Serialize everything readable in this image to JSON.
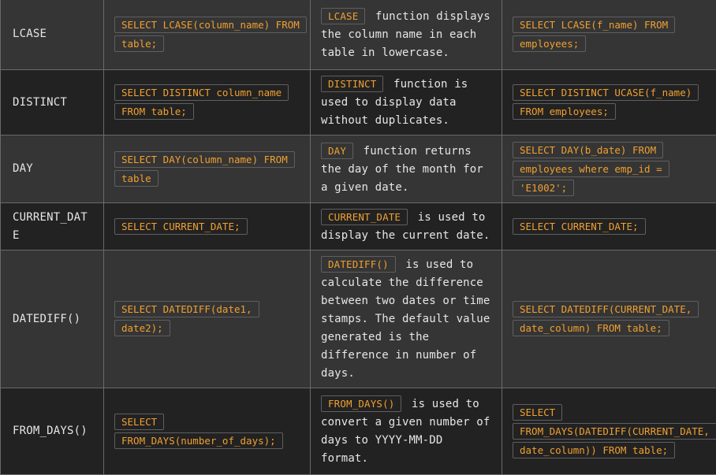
{
  "rows": [
    {
      "name": "LCASE",
      "syntax": "SELECT LCASE(column_name) FROM table;",
      "desc_code": "LCASE",
      "desc_text": "function displays the column name in each table in lowercase.",
      "example": "SELECT LCASE(f_name) FROM employees;"
    },
    {
      "name": "DISTINCT",
      "syntax": "SELECT DISTINCT column_name FROM table;",
      "desc_code": "DISTINCT",
      "desc_text": "function is used to display data without duplicates.",
      "example": "SELECT DISTINCT UCASE(f_name) FROM employees;"
    },
    {
      "name": "DAY",
      "syntax": "SELECT DAY(column_name) FROM table",
      "desc_code": "DAY",
      "desc_text": "function returns the day of the month for a given date.",
      "example": "SELECT DAY(b_date) FROM employees where emp_id = 'E1002';"
    },
    {
      "name": "CURRENT_DATE",
      "syntax": "SELECT CURRENT_DATE;",
      "desc_code": "CURRENT_DATE",
      "desc_text": "is used to display the current date.",
      "example": "SELECT CURRENT_DATE;"
    },
    {
      "name": "DATEDIFF()",
      "syntax": "SELECT DATEDIFF(date1, date2);",
      "desc_code": "DATEDIFF()",
      "desc_text": "is used to calculate the difference between two dates or time stamps. The default value generated is the difference in number of days.",
      "example": "SELECT DATEDIFF(CURRENT_DATE, date_column) FROM table;"
    },
    {
      "name": "FROM_DAYS()",
      "syntax": "SELECT FROM_DAYS(number_of_days);",
      "desc_code": "FROM_DAYS()",
      "desc_text": "is used to convert a given number of days to YYYY-MM-DD format.",
      "example": "SELECT FROM_DAYS(DATEDIFF(CURRENT_DATE, date_column)) FROM table;"
    }
  ]
}
